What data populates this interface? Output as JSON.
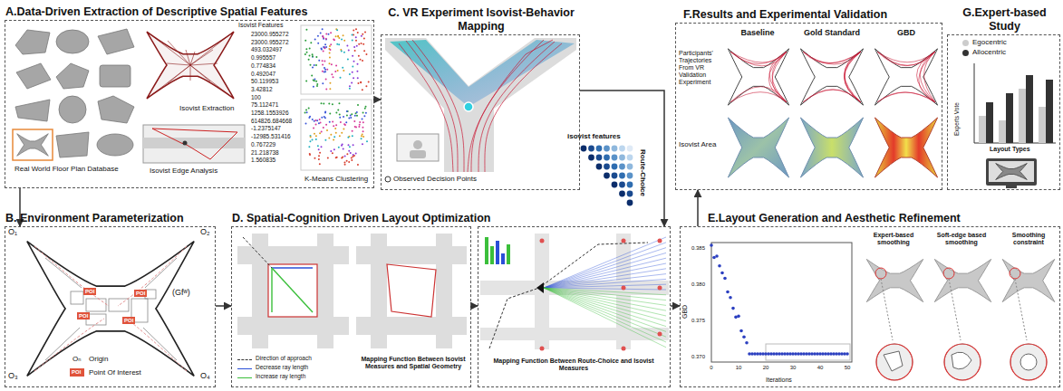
{
  "diagram": {
    "nodes": [
      {
        "text": [
          "A.Data-Driven Extraction of Descriptive Spatial Features"
        ]
      },
      {
        "text": [
          "B. Environment Parameterization"
        ]
      },
      {
        "text": [
          "POI"
        ],
        "in": 1
      },
      {
        "text": [
          "POI"
        ],
        "in": 1
      },
      {
        "text": [
          "POI"
        ],
        "in": 1
      },
      {
        "text": [
          "POI"
        ],
        "in": 1
      },
      {
        "text": [
          "C. VR Experiment Isovist-Behavior Mapping"
        ]
      },
      {
        "text": [
          "D. Spatial-Cognition Driven Layout Optimization",
          "Mapping Function Between Isovist Measures and Spatial Geometry"
        ]
      },
      {
        "text": [
          "Mapping Function Between Route-Choice and Isovist Measures"
        ]
      },
      {
        "text": [
          "E.Layout Generation and Aesthetic Refinement"
        ]
      },
      {
        "text": [
          "F.Results and Experimental Validation"
        ]
      },
      {
        "text": [
          "G.Expert-based Study"
        ]
      }
    ],
    "edges": [
      {
        "from": 0,
        "to": 1,
        "arrow": "to"
      },
      {
        "from": 0,
        "to": 6,
        "arrow": "to"
      },
      {
        "from": 1,
        "to": 7,
        "arrow": "to"
      },
      {
        "from": 7,
        "to": 8,
        "arrow": "to"
      },
      {
        "from": 6,
        "to": 8,
        "arrow": "to"
      },
      {
        "from": 8,
        "to": 9,
        "arrow": "to"
      },
      {
        "from": 9,
        "to": 10,
        "arrow": "to"
      }
    ],
    "labels": [
      "Isovist Features",
      "Isovist Extraction",
      "Real World Floor Plan Database",
      "Isovist Edge Analysis",
      "K-Means Clustering",
      "23000.955272",
      "23000.955272",
      "493.032497",
      "0.995557",
      "0.774834",
      "0.492047",
      "50.119953",
      "3.42812",
      "100",
      "75.112471",
      "1258.1553926",
      "614826.684668",
      "-1.2375147",
      "-12985.531416",
      "0.767229",
      "21.218738",
      "1.560835",
      "Observed Decision Points",
      "isovist features",
      "Route-Choice",
      "Baseline",
      "Gold Standard",
      "GBD",
      "Participants' Trajectories From VR Validation Experiment",
      "Isovist Area",
      "Experts Vote",
      "Layout Types",
      "O₁",
      "O₂",
      "O₃",
      "O₄",
      "(Gfʷ)",
      "Oₙ",
      "POI",
      "Iterations",
      "GBD",
      "0",
      "10",
      "20",
      "30",
      "40",
      "50",
      "0.385",
      "0.380",
      "0.375",
      "0.370",
      "Expert-based smoothing",
      "Soft-edge based smoothing",
      "Smoothing constraint"
    ],
    "legend": [
      {
        "text": "Origin"
      },
      {
        "text": "Point Of Interest",
        "color": "#e0533b"
      },
      {
        "text": "Direction of approach"
      },
      {
        "text": "Decrease ray length"
      },
      {
        "text": "Increase ray length"
      },
      {
        "text": "Egocentric",
        "color": "#cccccc"
      },
      {
        "text": "Allocentric",
        "color": "#333333"
      }
    ]
  }
}
